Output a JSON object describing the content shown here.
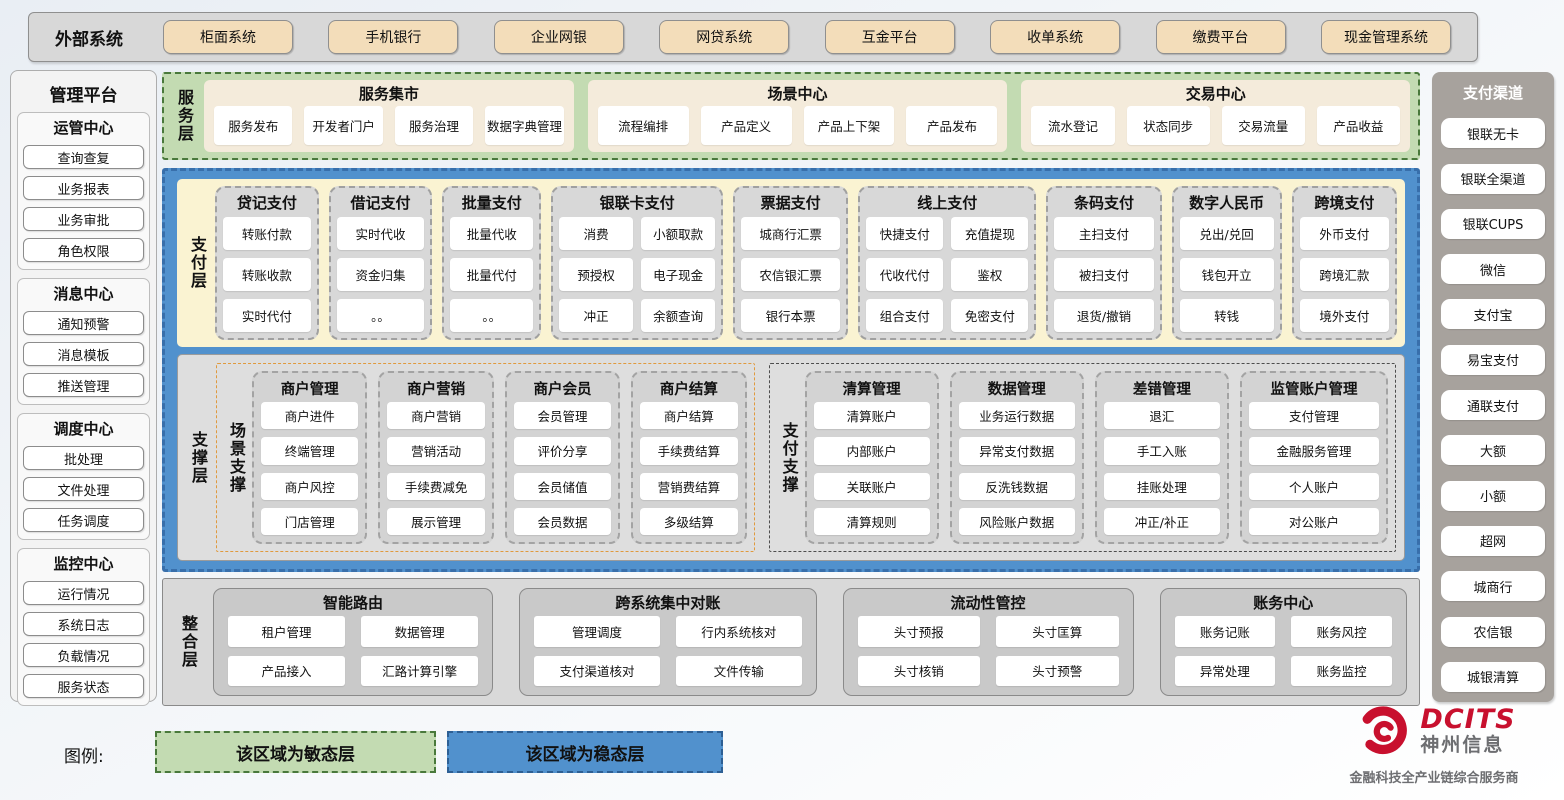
{
  "external": {
    "label": "外部系统",
    "systems": [
      "柜面系统",
      "手机银行",
      "企业网银",
      "网贷系统",
      "互金平台",
      "收单系统",
      "缴费平台",
      "现金管理系统"
    ]
  },
  "management": {
    "title": "管理平台",
    "groups": [
      {
        "title": "运管中心",
        "items": [
          "查询查复",
          "业务报表",
          "业务审批",
          "角色权限"
        ]
      },
      {
        "title": "消息中心",
        "items": [
          "通知预警",
          "消息模板",
          "推送管理"
        ]
      },
      {
        "title": "调度中心",
        "items": [
          "批处理",
          "文件处理",
          "任务调度"
        ]
      },
      {
        "title": "监控中心",
        "items": [
          "运行情况",
          "系统日志",
          "负载情况",
          "服务状态"
        ]
      }
    ]
  },
  "channels": {
    "title": "支付渠道",
    "items": [
      "银联无卡",
      "银联全渠道",
      "银联CUPS",
      "微信",
      "支付宝",
      "易宝支付",
      "通联支付",
      "大额",
      "小额",
      "超网",
      "城商行",
      "农信银",
      "城银清算"
    ]
  },
  "service_layer": {
    "label": "服务层",
    "groups": [
      {
        "title": "服务集市",
        "items": [
          "服务发布",
          "开发者门户",
          "服务治理",
          "数据字典管理"
        ]
      },
      {
        "title": "场景中心",
        "items": [
          "流程编排",
          "产品定义",
          "产品上下架",
          "产品发布"
        ]
      },
      {
        "title": "交易中心",
        "items": [
          "流水登记",
          "状态同步",
          "交易流量",
          "产品收益"
        ]
      }
    ]
  },
  "payment_layer": {
    "label": "支付层",
    "columns": [
      {
        "title": "贷记支付",
        "cols": 1,
        "items": [
          "转账付款",
          "转账收款",
          "实时代付"
        ]
      },
      {
        "title": "借记支付",
        "cols": 1,
        "items": [
          "实时代收",
          "资金归集",
          "。。"
        ]
      },
      {
        "title": "批量支付",
        "cols": 1,
        "items": [
          "批量代收",
          "批量代付",
          "。。"
        ]
      },
      {
        "title": "银联卡支付",
        "cols": 2,
        "items": [
          "消费",
          "小额取款",
          "预授权",
          "电子现金",
          "冲正",
          "余额查询"
        ]
      },
      {
        "title": "票据支付",
        "cols": 1,
        "items": [
          "城商行汇票",
          "农信银汇票",
          "银行本票"
        ]
      },
      {
        "title": "线上支付",
        "cols": 2,
        "items": [
          "快捷支付",
          "充值提现",
          "代收代付",
          "鉴权",
          "组合支付",
          "免密支付"
        ]
      },
      {
        "title": "条码支付",
        "cols": 1,
        "items": [
          "主扫支付",
          "被扫支付",
          "退货/撤销"
        ]
      },
      {
        "title": "数字人民币",
        "cols": 1,
        "items": [
          "兑出/兑回",
          "钱包开立",
          "转钱"
        ]
      },
      {
        "title": "跨境支付",
        "cols": 1,
        "items": [
          "外币支付",
          "跨境汇款",
          "境外支付"
        ]
      }
    ]
  },
  "support_layer": {
    "label": "支撑层",
    "sections": [
      {
        "label": "场景支撑",
        "columns": [
          {
            "title": "商户管理",
            "items": [
              "商户进件",
              "终端管理",
              "商户风控",
              "门店管理"
            ]
          },
          {
            "title": "商户营销",
            "items": [
              "商户营销",
              "营销活动",
              "手续费减免",
              "展示管理"
            ]
          },
          {
            "title": "商户会员",
            "items": [
              "会员管理",
              "评价分享",
              "会员储值",
              "会员数据"
            ]
          },
          {
            "title": "商户结算",
            "items": [
              "商户结算",
              "手续费结算",
              "营销费结算",
              "多级结算"
            ]
          }
        ]
      },
      {
        "label": "支付支撑",
        "columns": [
          {
            "title": "清算管理",
            "items": [
              "清算账户",
              "内部账户",
              "关联账户",
              "清算规则"
            ]
          },
          {
            "title": "数据管理",
            "items": [
              "业务运行数据",
              "异常支付数据",
              "反洗钱数据",
              "风险账户数据"
            ]
          },
          {
            "title": "差错管理",
            "items": [
              "退汇",
              "手工入账",
              "挂账处理",
              "冲正/补正"
            ]
          },
          {
            "title": "监管账户管理",
            "items": [
              "支付管理",
              "金融服务管理",
              "个人账户",
              "对公账户"
            ]
          }
        ]
      }
    ]
  },
  "integration_layer": {
    "label": "整合层",
    "groups": [
      {
        "title": "智能路由",
        "items": [
          "租户管理",
          "数据管理",
          "产品接入",
          "汇路计算引擎"
        ]
      },
      {
        "title": "跨系统集中对账",
        "items": [
          "管理调度",
          "行内系统核对",
          "支付渠道核对",
          "文件传输"
        ]
      },
      {
        "title": "流动性管控",
        "items": [
          "头寸预报",
          "头寸匡算",
          "头寸核销",
          "头寸预警"
        ]
      },
      {
        "title": "账务中心",
        "items": [
          "账务记账",
          "账务风控",
          "异常处理",
          "账务监控"
        ]
      }
    ]
  },
  "legend": {
    "label": "图例:",
    "agile": "该区域为敏态层",
    "stable": "该区域为稳态层"
  },
  "logo": {
    "brand": "DCITS",
    "name": "神州信息",
    "tagline": "金融科技全产业链综合服务商"
  },
  "colors": {
    "agile_green": "#c3dbb2",
    "agile_green_border": "#49793b",
    "stable_blue": "#5191cd",
    "payment_yellow": "#faf3d2",
    "external_tan": "#f3ddba",
    "panel_gray": "#d9d9d9",
    "channel_gray": "#a7a29d",
    "brand_red": "#c8102e",
    "brand_gray": "#6d6e71"
  }
}
